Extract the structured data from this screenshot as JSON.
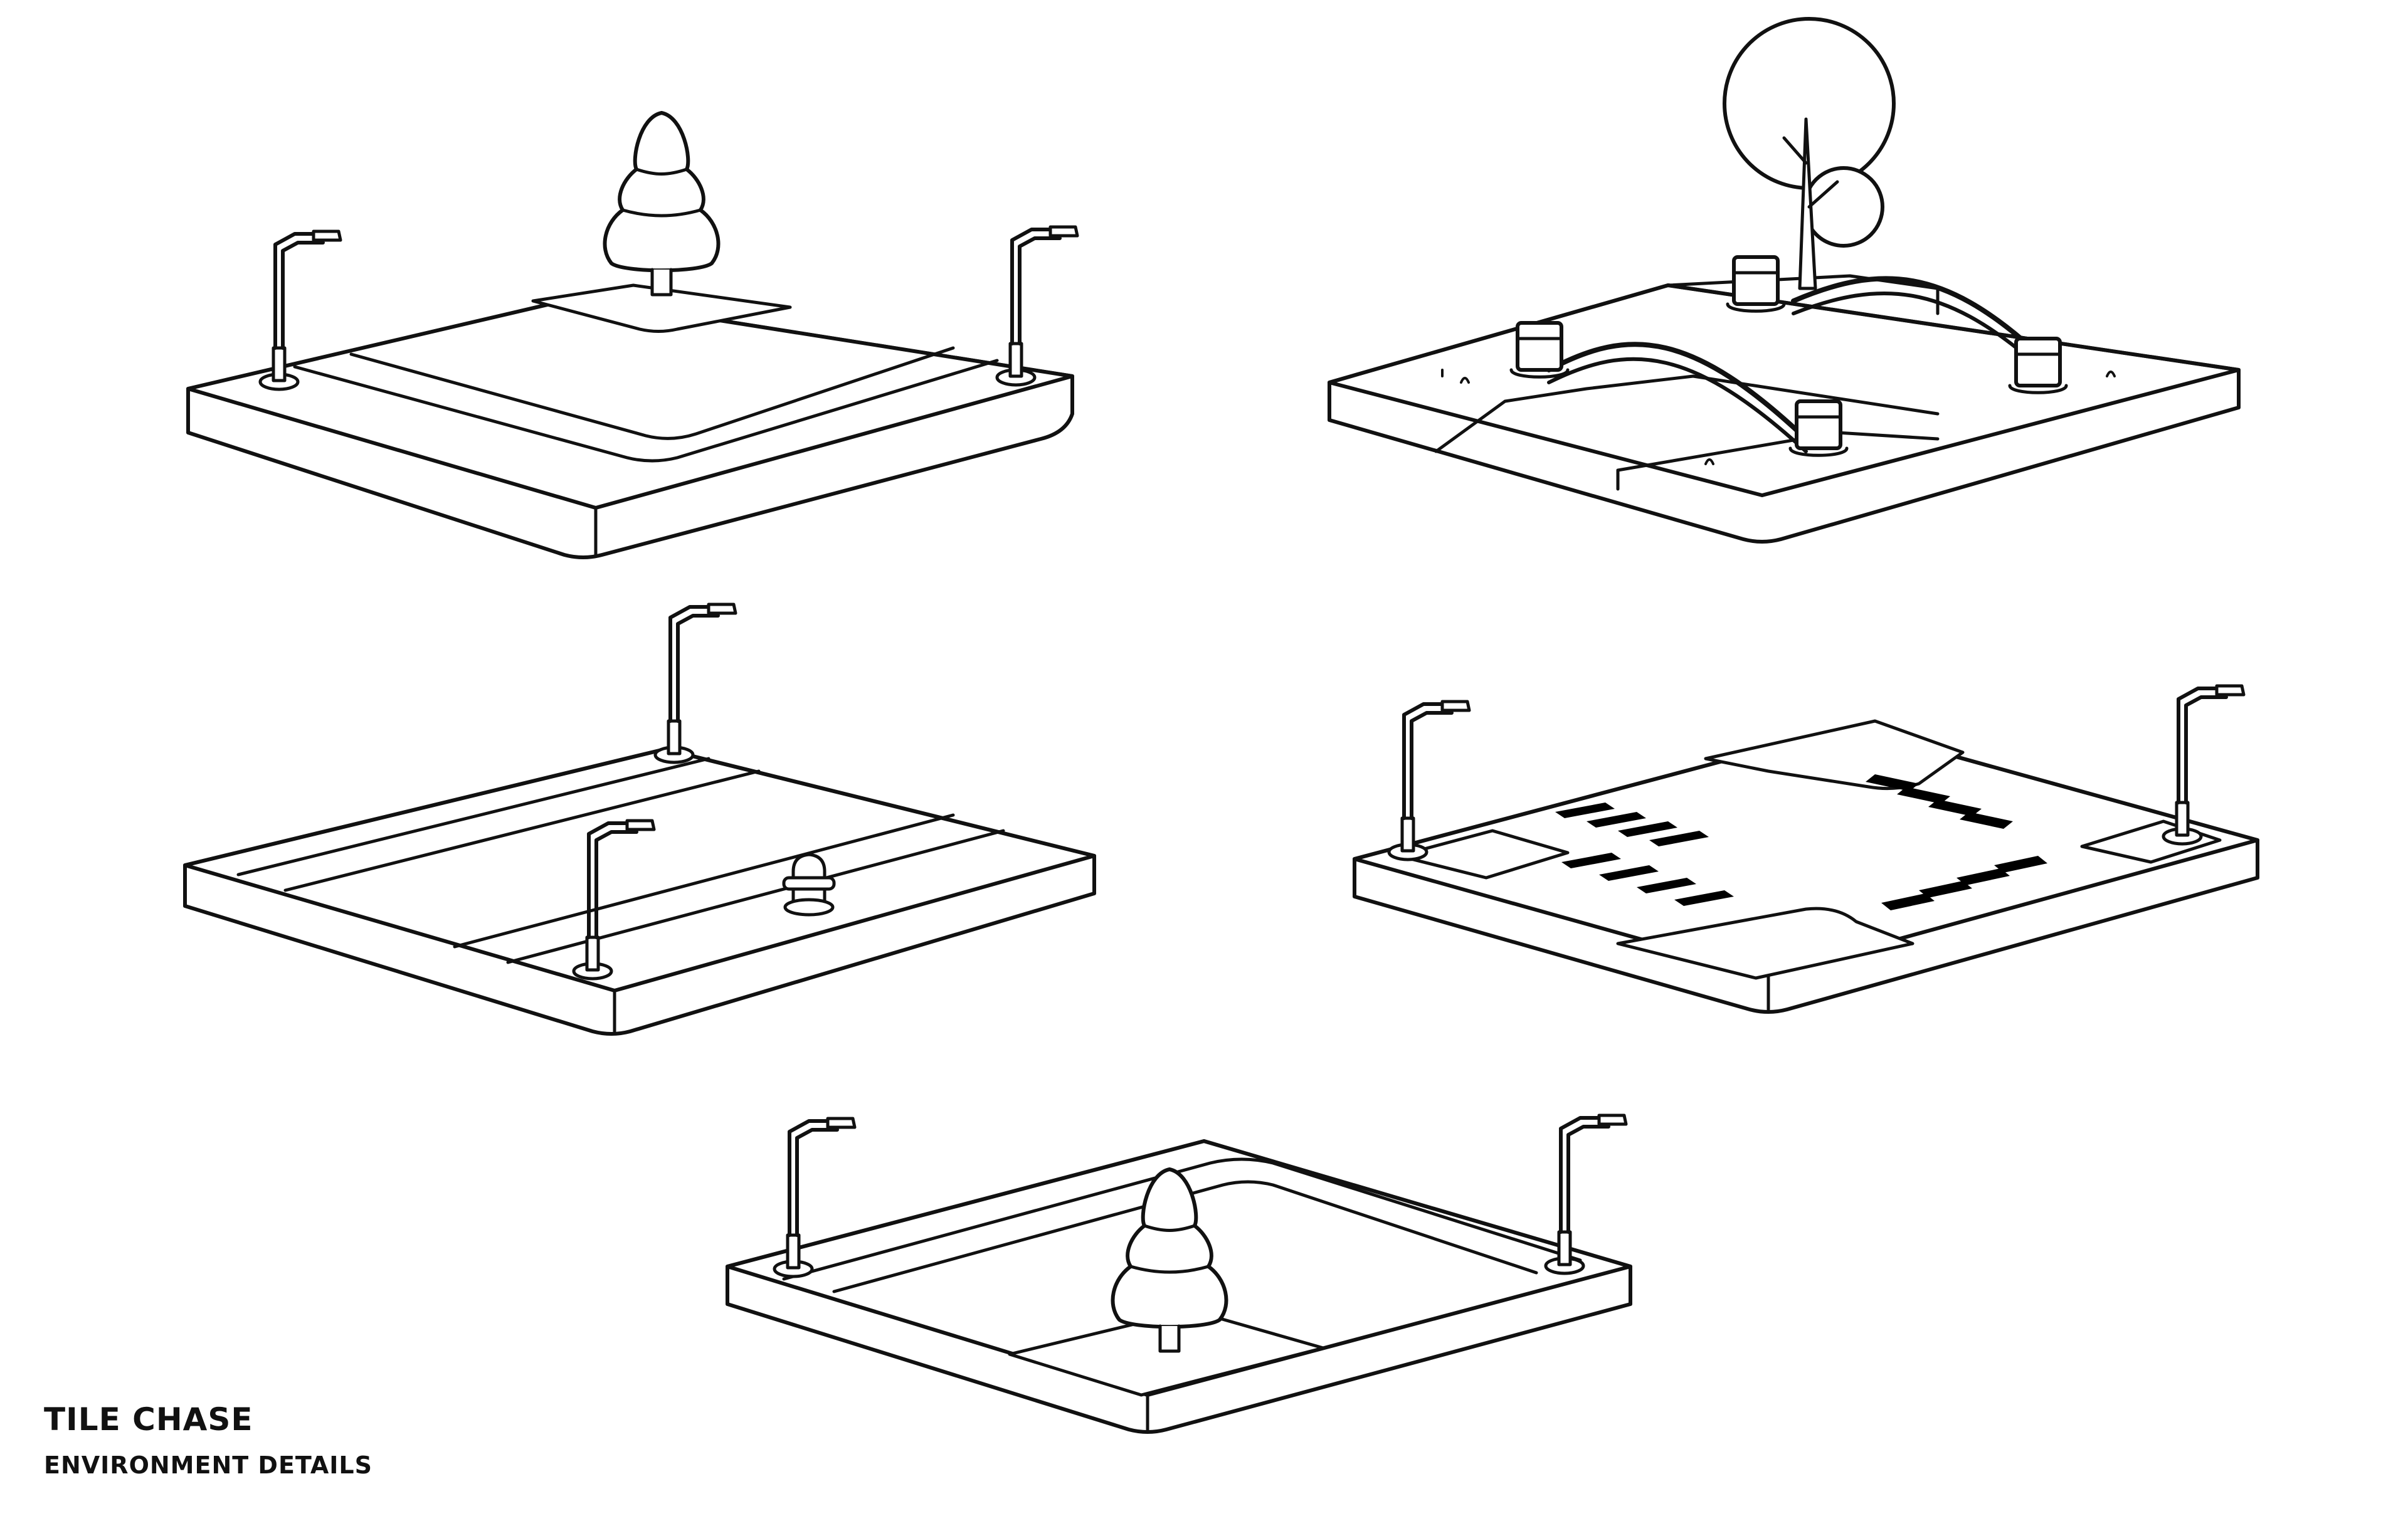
{
  "title": "TILE CHASE",
  "subtitle": "ENVIRONMENT DETAILS",
  "colors": {
    "ink": "#111111",
    "paper": "#ffffff",
    "marking": "#000000"
  },
  "tiles": [
    {
      "name": "tile-corner-tree",
      "props": [
        "pine-tree",
        "street-lamp",
        "street-lamp"
      ]
    },
    {
      "name": "tile-bridge-park",
      "props": [
        "round-tree",
        "arched-bridge",
        "bollard",
        "bollard",
        "bollard",
        "bollard"
      ]
    },
    {
      "name": "tile-straight-road",
      "props": [
        "street-lamp",
        "street-lamp",
        "fire-hydrant"
      ]
    },
    {
      "name": "tile-crosswalk-intersection",
      "props": [
        "street-lamp",
        "street-lamp",
        "crosswalk-stripes"
      ]
    },
    {
      "name": "tile-plaza-tree",
      "props": [
        "pine-tree",
        "street-lamp",
        "street-lamp"
      ]
    }
  ]
}
